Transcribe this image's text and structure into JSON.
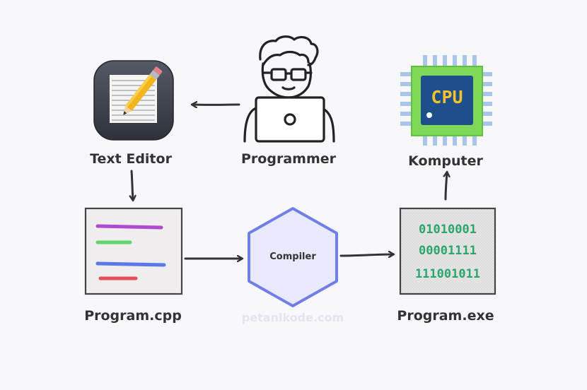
{
  "nodes": {
    "text_editor": {
      "label": "Text Editor",
      "icon": "text-editor-icon"
    },
    "programmer": {
      "label": "Programmer",
      "icon": "programmer-icon"
    },
    "komputer": {
      "label": "Komputer",
      "icon": "cpu-icon",
      "chip_text": "CPU"
    },
    "program_cpp": {
      "label": "Program.cpp",
      "icon": "source-file-icon"
    },
    "compiler": {
      "label": "Compiler",
      "icon": "compiler-hexagon"
    },
    "program_exe": {
      "label": "Program.exe",
      "icon": "binary-file-icon",
      "binary_lines": [
        "01010001",
        "00001111",
        "111001011"
      ]
    }
  },
  "watermark": "petanikode.com",
  "colors": {
    "background": "#f8f8fc",
    "text": "#333333",
    "arrow": "#333333",
    "compiler_stroke": "#6f7fe6",
    "compiler_fill": "#e8e9fa",
    "binary_green": "#2ba66a",
    "chip_green": "#7ed957",
    "chip_blue": "#1f4e8c",
    "chip_yellow": "#f2c12e",
    "code_purple": "#b04ad0",
    "code_green": "#5fd66a",
    "code_blue": "#5a78e8",
    "code_red": "#e2505c"
  },
  "edges": [
    {
      "from": "programmer",
      "to": "text_editor"
    },
    {
      "from": "text_editor",
      "to": "program_cpp"
    },
    {
      "from": "program_cpp",
      "to": "compiler"
    },
    {
      "from": "compiler",
      "to": "program_exe"
    },
    {
      "from": "program_exe",
      "to": "komputer"
    }
  ]
}
